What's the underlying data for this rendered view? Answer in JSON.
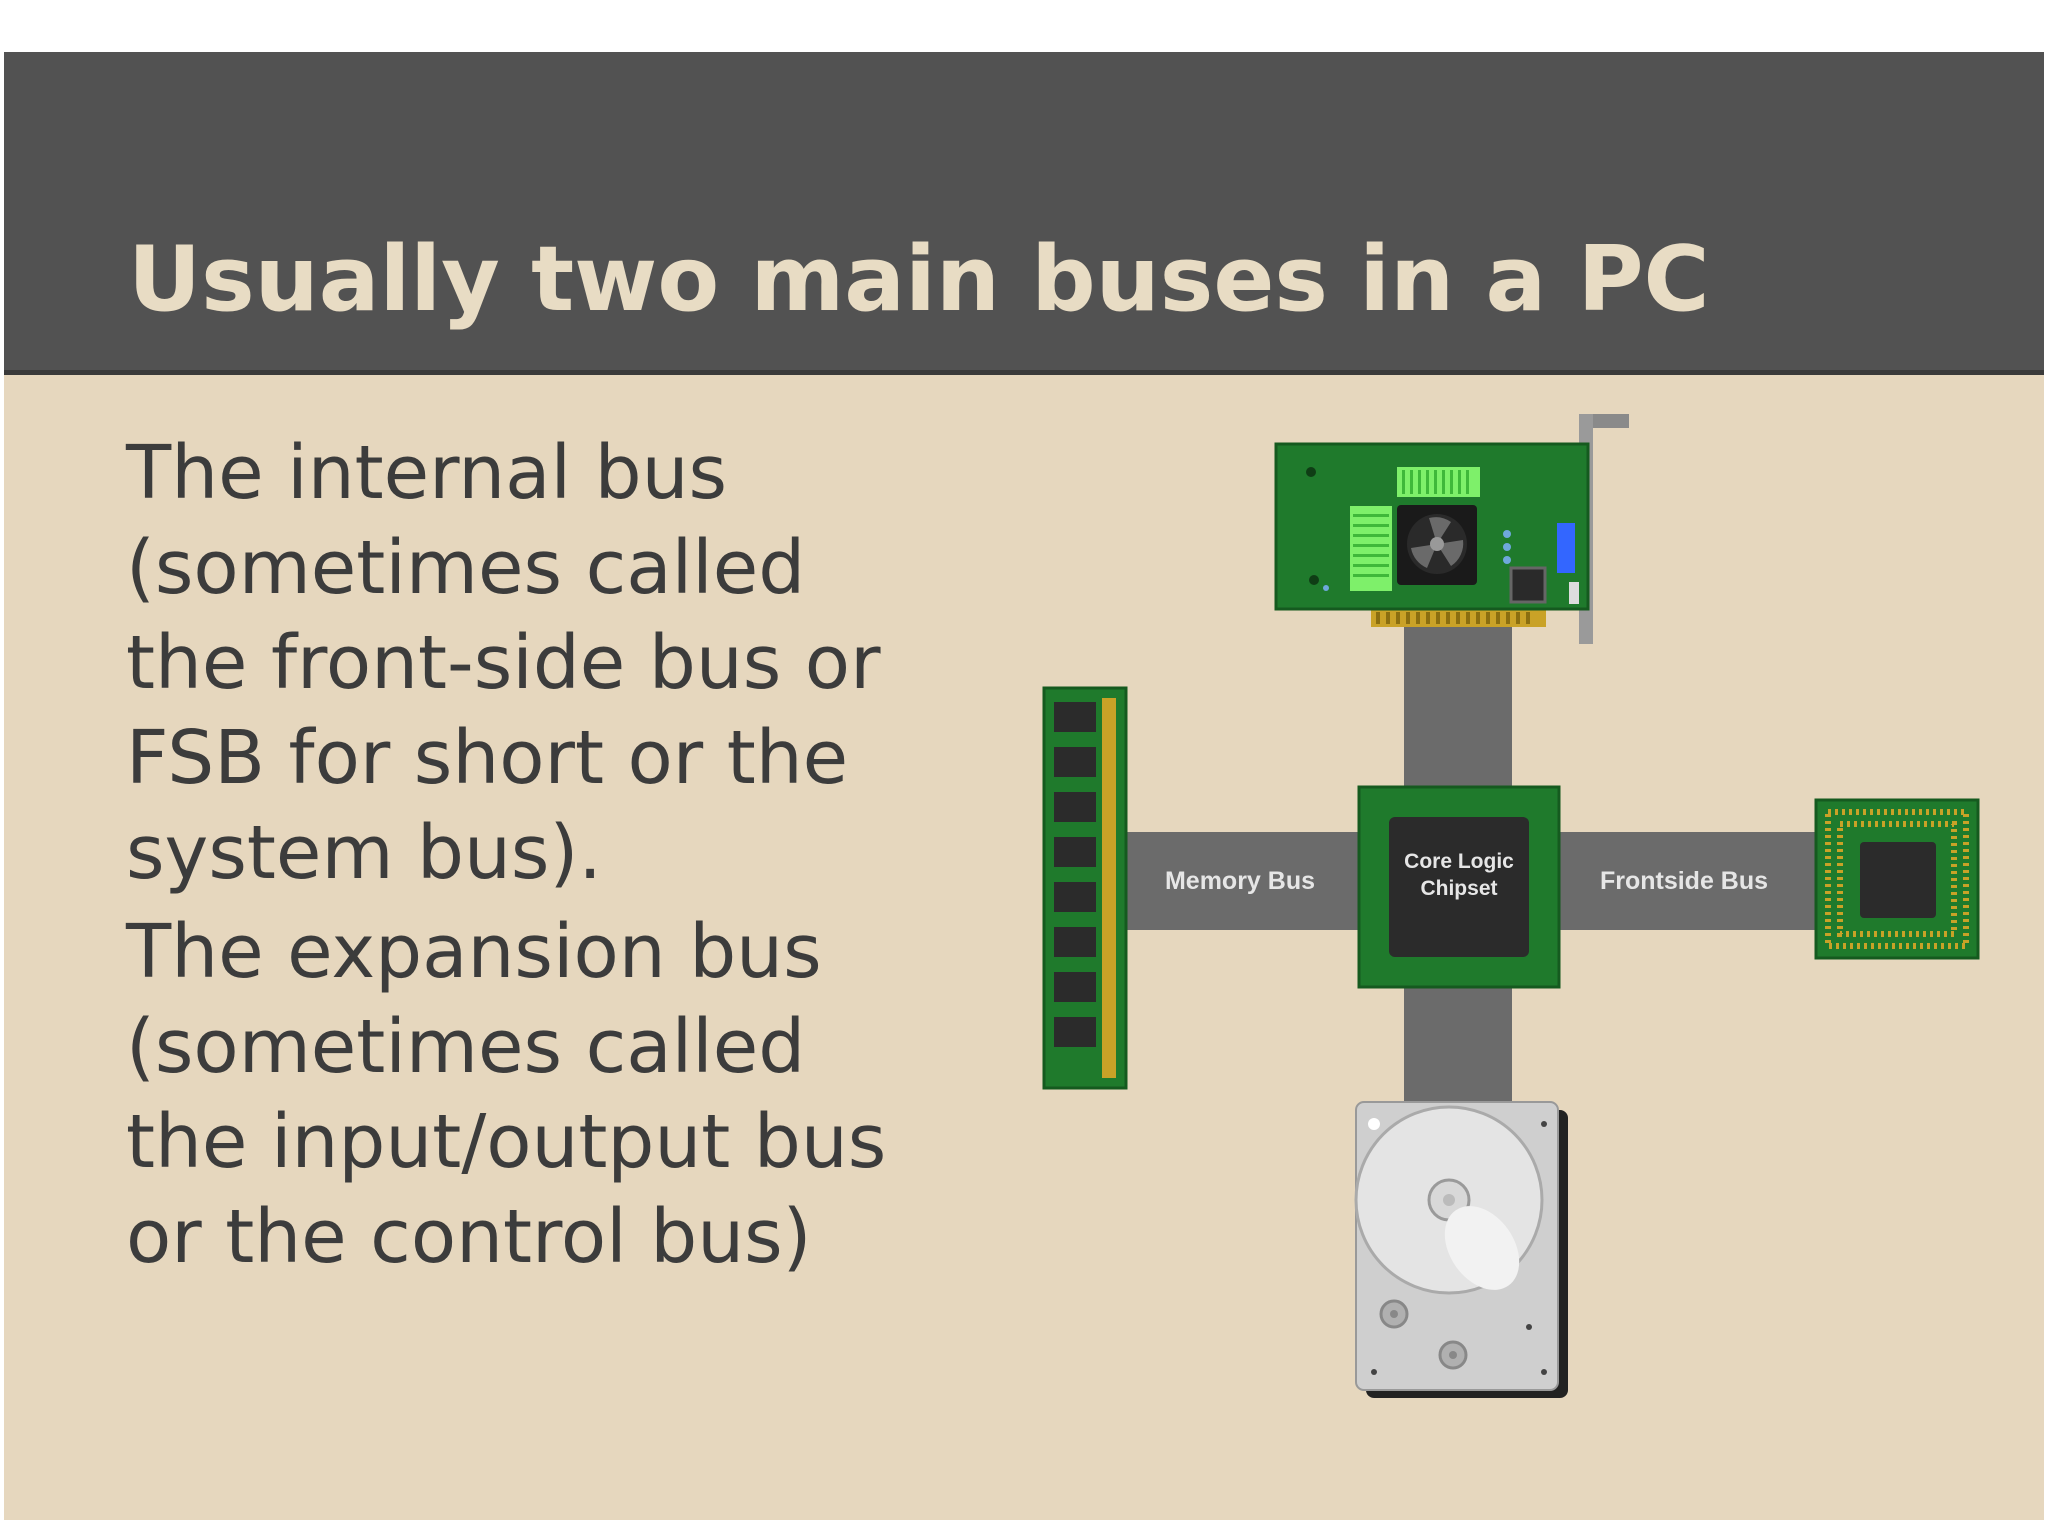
{
  "title": "Usually two main buses in a PC",
  "paragraphs": [
    {
      "lines": [
        "The internal bus",
        "(sometimes called",
        "the front-side bus or",
        "FSB for short or the",
        "system bus)."
      ]
    },
    {
      "lines": [
        "The expansion bus",
        "(sometimes called",
        "the input/output bus",
        "or the control bus)"
      ]
    }
  ],
  "diagram": {
    "memory_bus_label": "Memory Bus",
    "frontside_bus_label": "Frontside Bus",
    "chipset_label_line1": "Core Logic",
    "chipset_label_line2": "Chipset",
    "components": [
      "expansion-card",
      "memory-module",
      "core-logic-chipset",
      "cpu",
      "hard-drive"
    ]
  },
  "colors": {
    "header_bg": "#525252",
    "slide_bg": "#e6d7be",
    "title_text": "#e8dcc4",
    "body_text": "#3c3c3c",
    "bus": "#6b6b6b",
    "pcb_green": "#1f7a2c"
  }
}
